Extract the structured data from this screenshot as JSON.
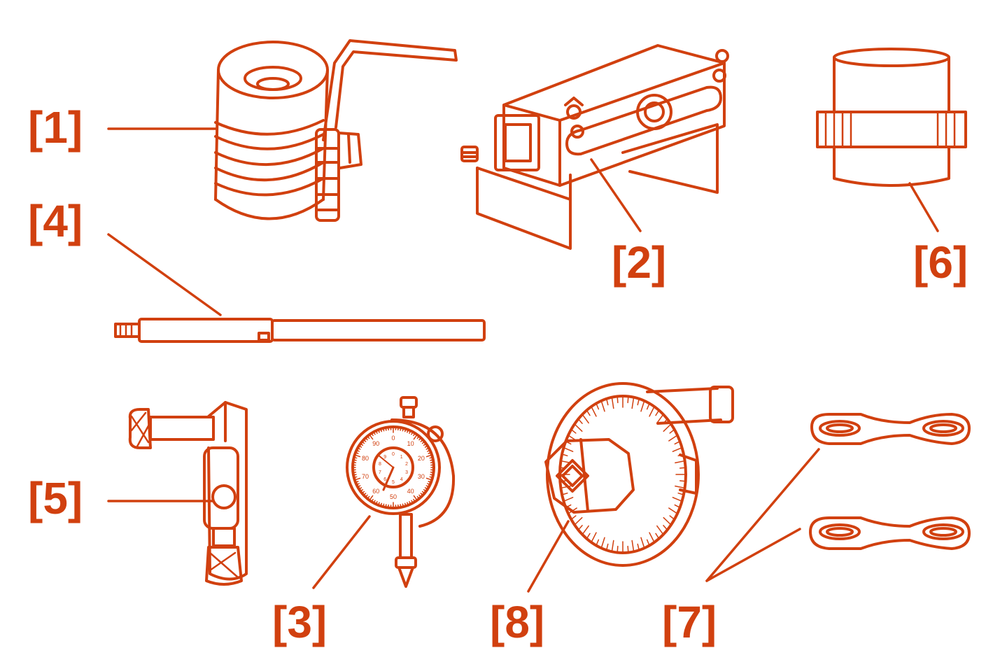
{
  "colors": {
    "ink": "#d1400f",
    "background": "#ffffff"
  },
  "callouts": {
    "c1": "[1]",
    "c2": "[2]",
    "c3": "[3]",
    "c4": "[4]",
    "c5": "[5]",
    "c6": "[6]",
    "c7": "[7]",
    "c8": "[8]"
  },
  "dial_gauge": {
    "outer_numbers": [
      "0",
      "10",
      "20",
      "30",
      "40",
      "50",
      "60",
      "70",
      "80",
      "90"
    ],
    "inner_numbers": [
      "0",
      "1",
      "2",
      "3",
      "4",
      "5",
      "6",
      "7",
      "8",
      "9"
    ]
  },
  "icons": {
    "t1": "piston-ring-compressor-icon",
    "t2": "valve-spring-compressor-icon",
    "t3": "dial-indicator-icon",
    "t4": "threaded-rod-icon",
    "t5": "dial-holder-clamp-icon",
    "t6": "knurled-sleeve-icon",
    "t7": "link-plates-icon",
    "t8": "degree-wheel-icon"
  }
}
